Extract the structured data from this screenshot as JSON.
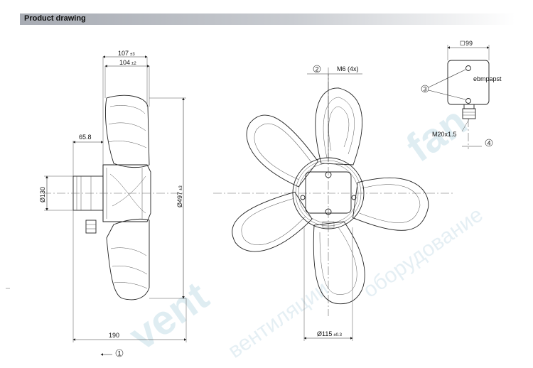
{
  "header": {
    "title": "Product drawing"
  },
  "side_view": {
    "dim_107": "107",
    "dim_107_tol": "±3",
    "dim_104": "104",
    "dim_104_tol": "±2",
    "dim_65_8": "65.8",
    "dim_130": "Ø130",
    "dim_497": "Ø497",
    "dim_497_tol": "±3",
    "dim_190": "190"
  },
  "front_view": {
    "callout_2": "2",
    "thread": "M6 (4x)",
    "dim_115": "Ø115",
    "dim_115_tol": "±0.3"
  },
  "terminal_box": {
    "dim_99": "99",
    "callout_3": "3",
    "gland": "M20x1.5",
    "callout_4": "4",
    "brand": "ebmpapst"
  },
  "airflow": {
    "callout_1": "1"
  },
  "colors": {
    "header_bar": "#a7abb3",
    "line": "#222222",
    "watermark": "#c6dfe9"
  }
}
